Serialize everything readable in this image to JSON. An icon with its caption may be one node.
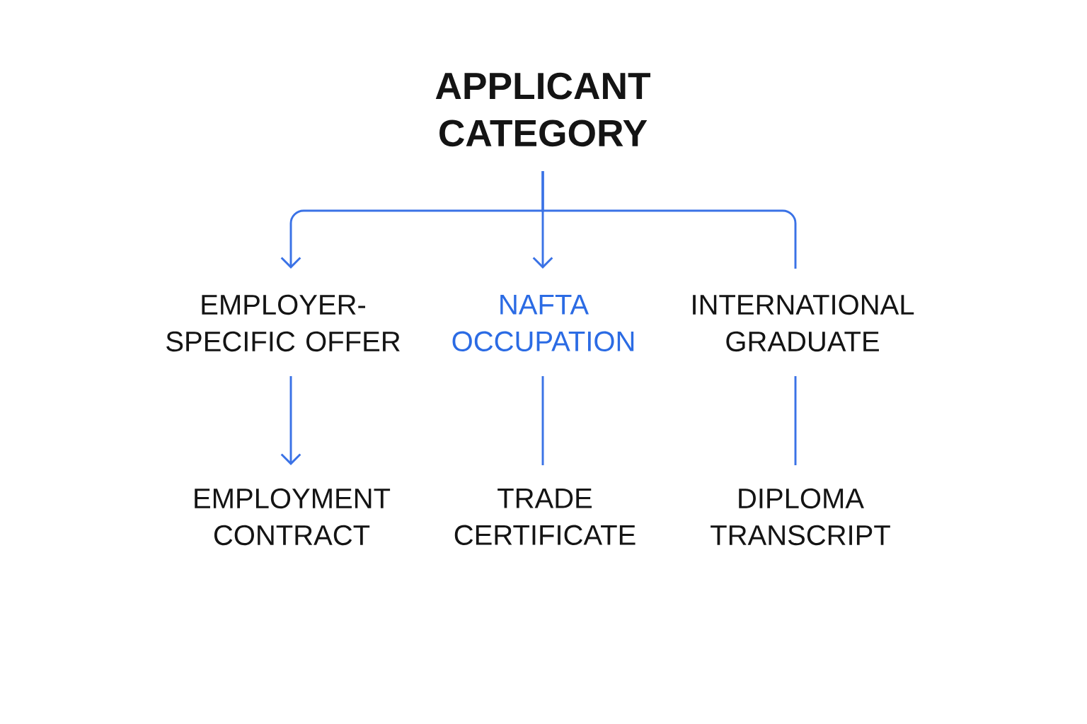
{
  "diagram": {
    "nodes": [
      {
        "text": [
          "APPLICANT CATEGORY"
        ]
      },
      {
        "text": [
          "EMPLOYER-SPECIFIC OFFER"
        ]
      },
      {
        "text": [
          "NAFTA OCCUPATION"
        ]
      },
      {
        "text": [
          "INTERNATIONAL GRADUATE"
        ]
      },
      {
        "text": [
          "EMPLOYMENT CONTRACT"
        ]
      },
      {
        "text": [
          "TRADE CERTIFICATE"
        ]
      },
      {
        "text": [
          "DIPLOMA TRANSCRIPT"
        ]
      }
    ],
    "edges": [
      {
        "from": 0,
        "to": 1,
        "arrow": "to"
      },
      {
        "from": 0,
        "to": 2,
        "arrow": "to"
      },
      {
        "from": 0,
        "to": 3,
        "arrow": "none"
      },
      {
        "from": 1,
        "to": 4,
        "arrow": "to"
      },
      {
        "from": 2,
        "to": 5,
        "arrow": "none"
      },
      {
        "from": 3,
        "to": 6,
        "arrow": "none"
      }
    ]
  }
}
